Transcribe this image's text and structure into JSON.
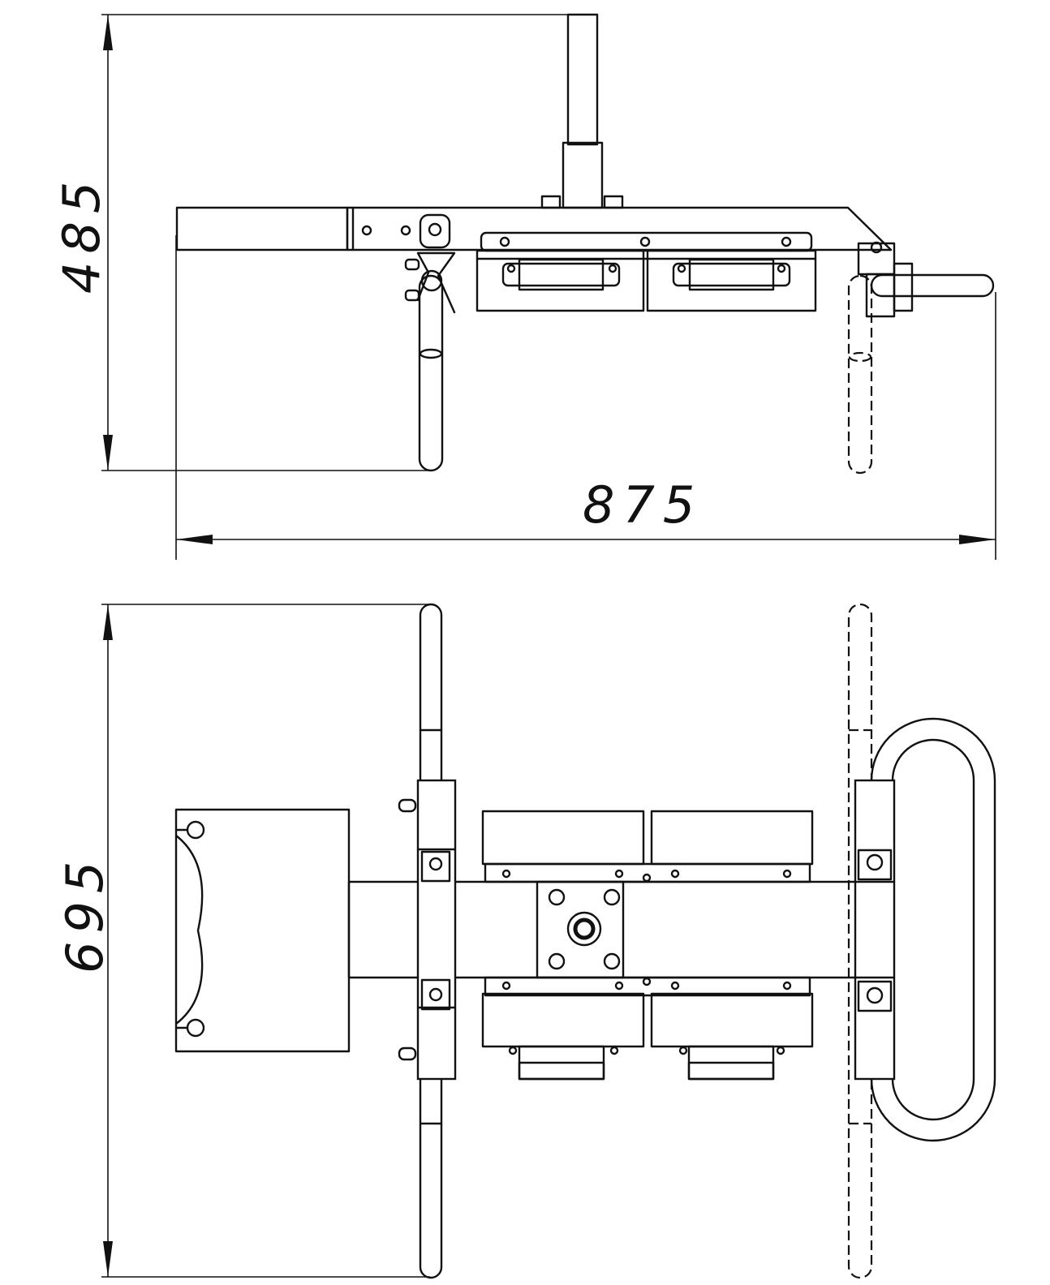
{
  "dimensions": {
    "side_height": "485",
    "side_width": "875",
    "top_depth": "695"
  }
}
